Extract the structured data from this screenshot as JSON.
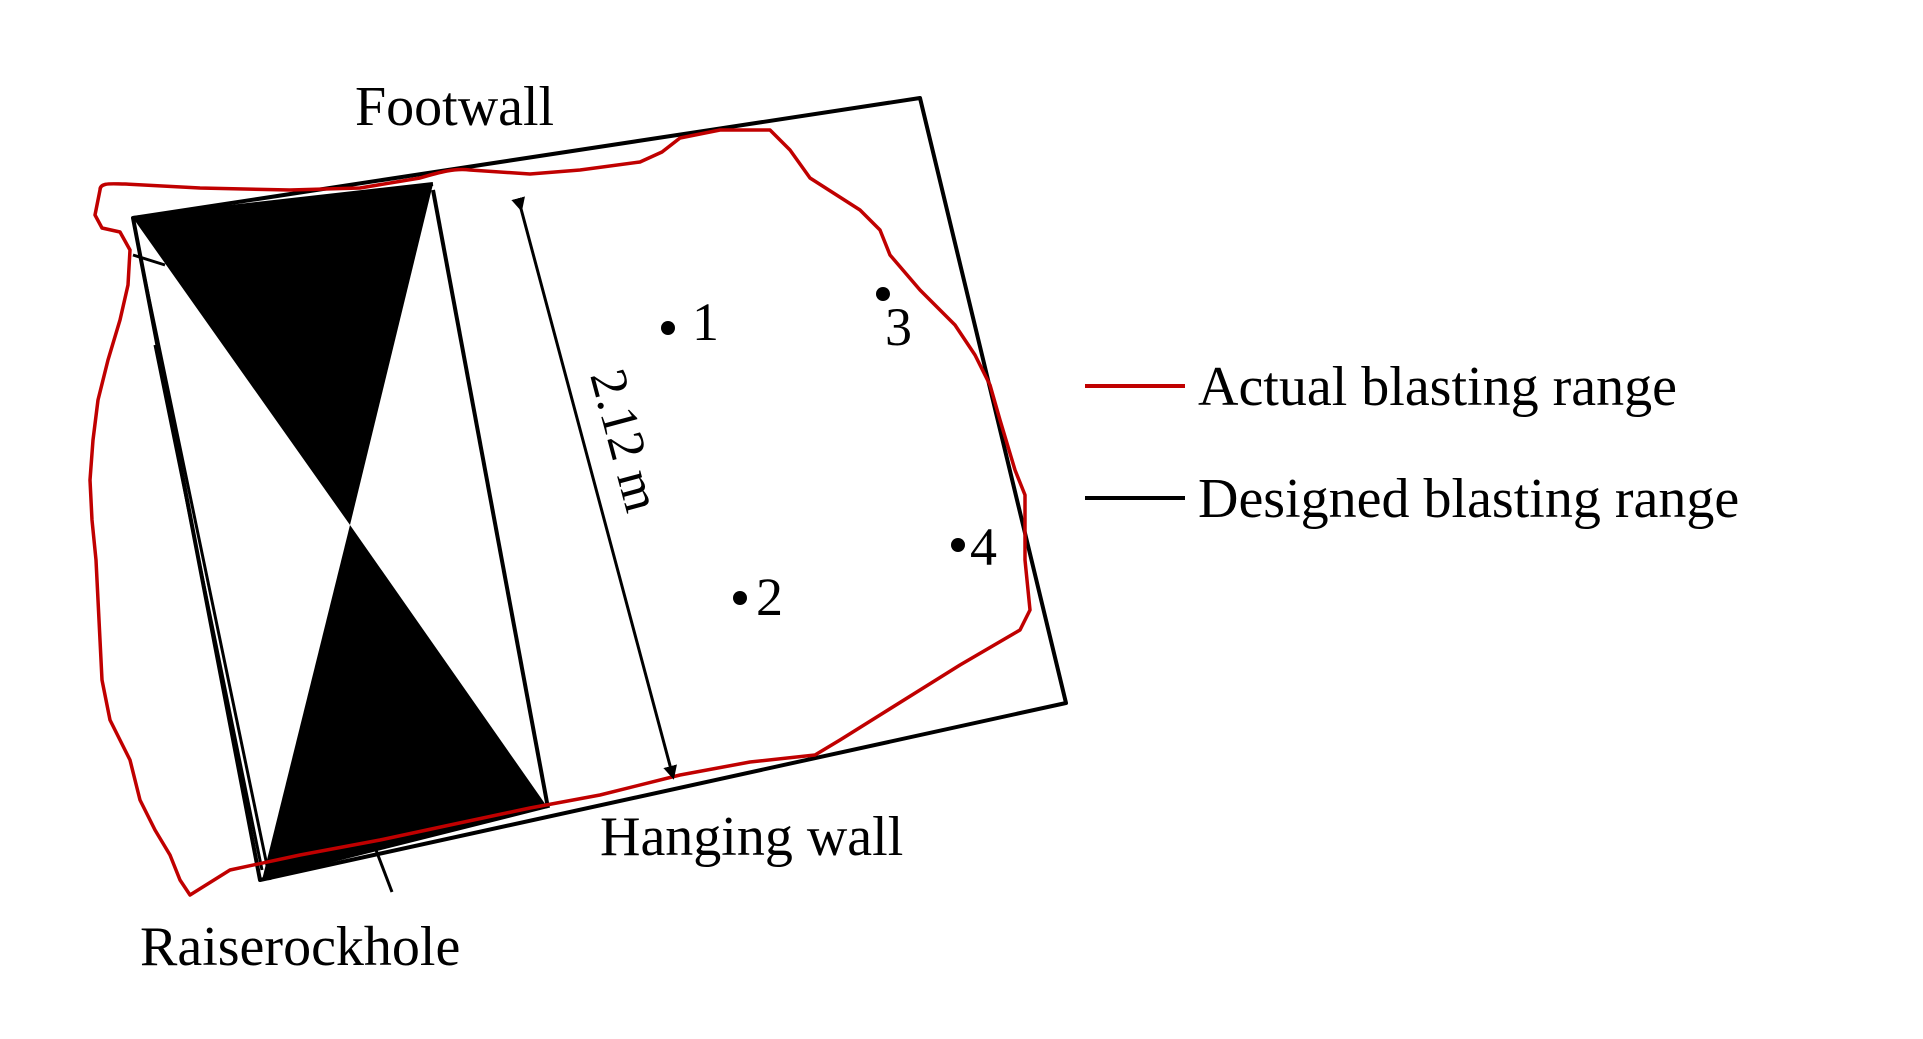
{
  "labels": {
    "footwall": "Footwall",
    "hanging_wall": "Hanging wall",
    "raise_hole": "Raiserockhole",
    "dimension": "2.12 m"
  },
  "points": [
    {
      "id": "1"
    },
    {
      "id": "2"
    },
    {
      "id": "3"
    },
    {
      "id": "4"
    }
  ],
  "legend": [
    {
      "label": "Actual blasting range",
      "color": "#c00000"
    },
    {
      "label": "Designed blasting range",
      "color": "#000000"
    }
  ],
  "colors": {
    "actual": "#c00000",
    "designed": "#000000"
  }
}
